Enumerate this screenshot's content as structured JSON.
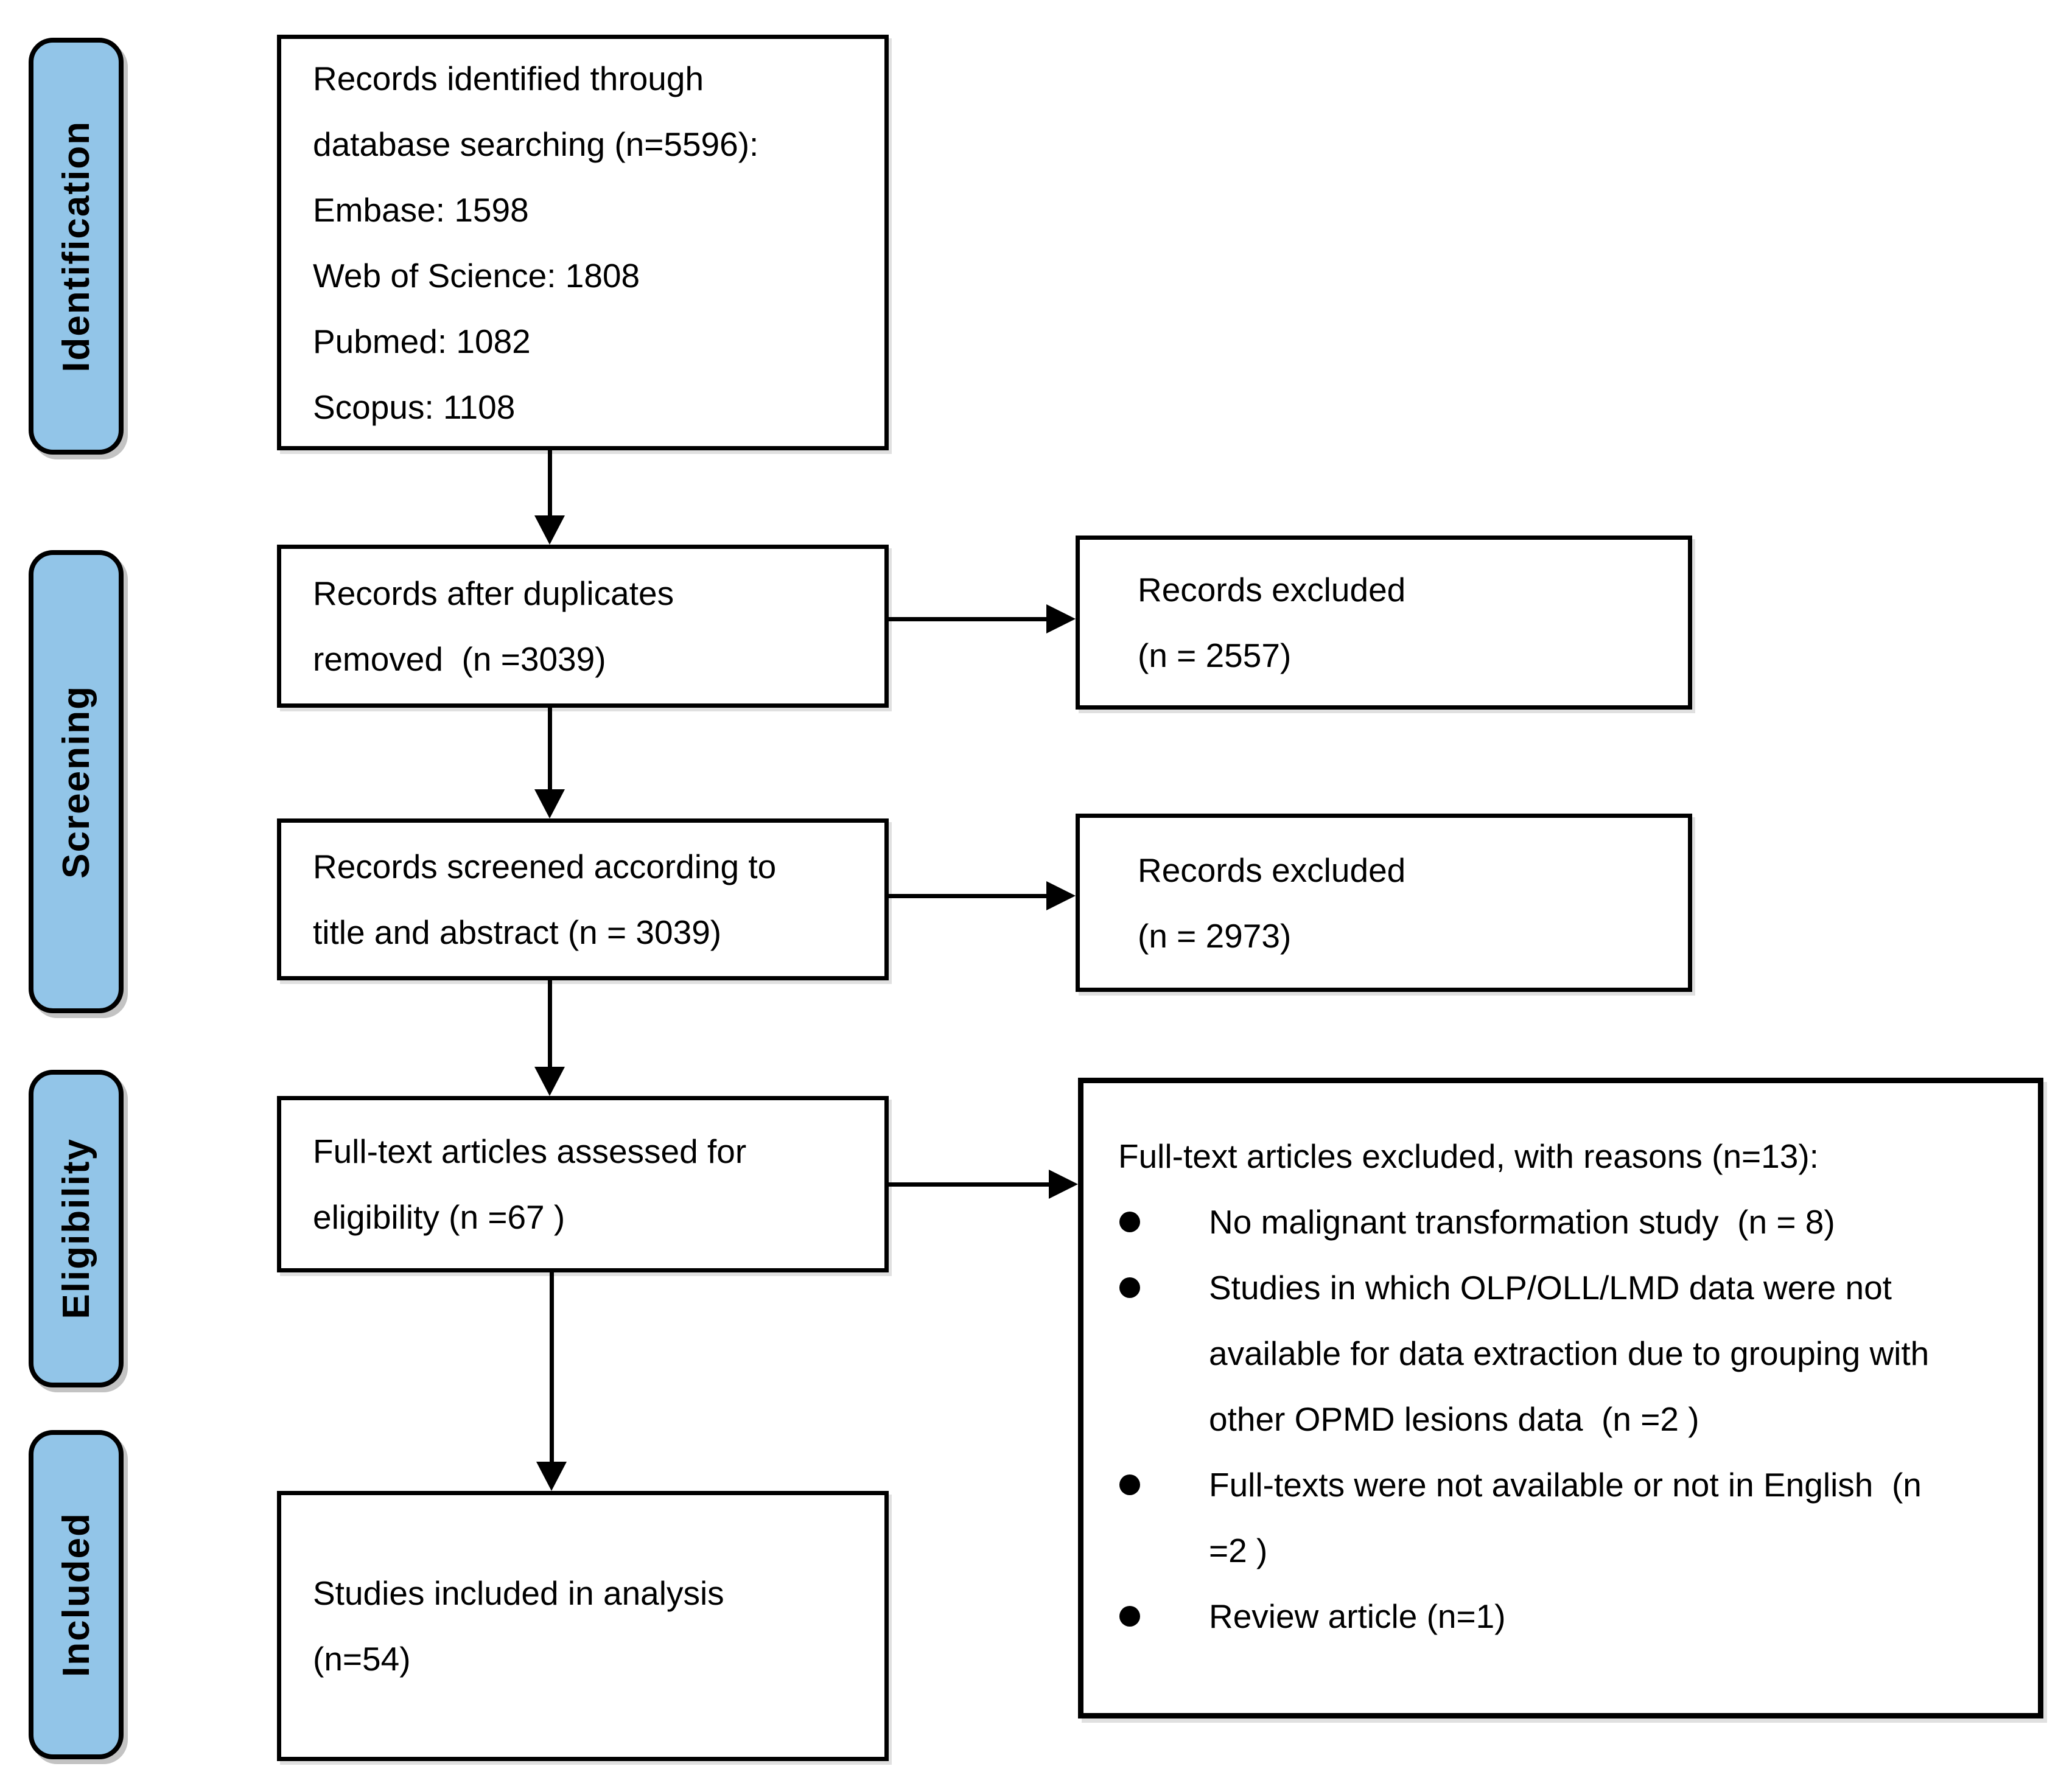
{
  "palette": {
    "label_fill": "#92C5E8",
    "border": "#000000",
    "background": "#FFFFFF"
  },
  "stage_labels": [
    {
      "label": "Identification"
    },
    {
      "label": "Screening"
    },
    {
      "label": "Eligibility"
    },
    {
      "label": "Included"
    }
  ],
  "boxes": {
    "identified": {
      "lines": [
        "Records identified through",
        "database searching (n=5596):",
        "Embase: 1598",
        "Web of Science: 1808",
        "Pubmed: 1082",
        "Scopus: 1108"
      ]
    },
    "duplicates_removed": {
      "lines": [
        "Records after duplicates",
        "removed  (n =3039)"
      ]
    },
    "screened": {
      "lines": [
        "Records screened according to",
        "title and abstract (n = 3039)"
      ]
    },
    "fulltext_assessed": {
      "lines": [
        "Full-text articles assessed for",
        "eligibility (n =67 )"
      ]
    },
    "included_studies": {
      "lines": [
        "Studies included in analysis",
        "(n=54)"
      ]
    },
    "excluded_after_duplicates": {
      "lines": [
        "Records excluded",
        "(n = 2557)"
      ]
    },
    "excluded_after_screening": {
      "lines": [
        "Records excluded",
        "(n = 2973)"
      ]
    },
    "fulltext_excluded": {
      "header": "Full-text articles excluded, with reasons (n=13):",
      "bullets": [
        {
          "lines": [
            "No malignant transformation study  (n = 8)"
          ]
        },
        {
          "lines": [
            "Studies in which OLP/OLL/LMD data were not",
            "available for data extraction due to grouping with",
            "other OPMD lesions data  (n =2 )"
          ]
        },
        {
          "lines": [
            "Full-texts were not available or not in English  (n",
            "=2 )"
          ]
        },
        {
          "lines": [
            "Review article (n=1)"
          ]
        }
      ]
    }
  }
}
